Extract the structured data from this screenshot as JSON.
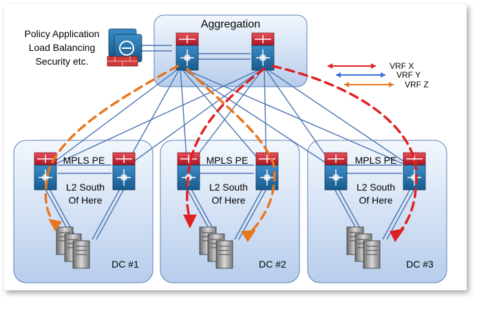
{
  "aggregation": {
    "label": "Aggregation"
  },
  "services": {
    "lines": [
      "Policy Application",
      "Load Balancing",
      "Security etc."
    ]
  },
  "legend": {
    "items": [
      {
        "label": "VRF X",
        "color": "#e02020"
      },
      {
        "label": "VRF Y",
        "color": "#3a6fd8"
      },
      {
        "label": "VRF Z",
        "color": "#e8761e"
      }
    ]
  },
  "datacenters": [
    {
      "pe_label": "MPLS PE",
      "l2_line1": "L2 South",
      "l2_line2": "Of Here",
      "dc_label": "DC #1"
    },
    {
      "pe_label": "MPLS PE",
      "l2_line1": "L2 South",
      "l2_line2": "Of Here",
      "dc_label": "DC #2"
    },
    {
      "pe_label": "MPLS PE",
      "l2_line1": "L2 South",
      "l2_line2": "Of Here",
      "dc_label": "DC #3"
    }
  ],
  "colors": {
    "panel_fill_top": "#eef4fc",
    "panel_fill_bottom": "#b9cfee",
    "panel_stroke": "#5a7fb8",
    "link": "#4a72b0",
    "router_red": "#c8202e",
    "switch_blue": "#1f6fa8"
  }
}
